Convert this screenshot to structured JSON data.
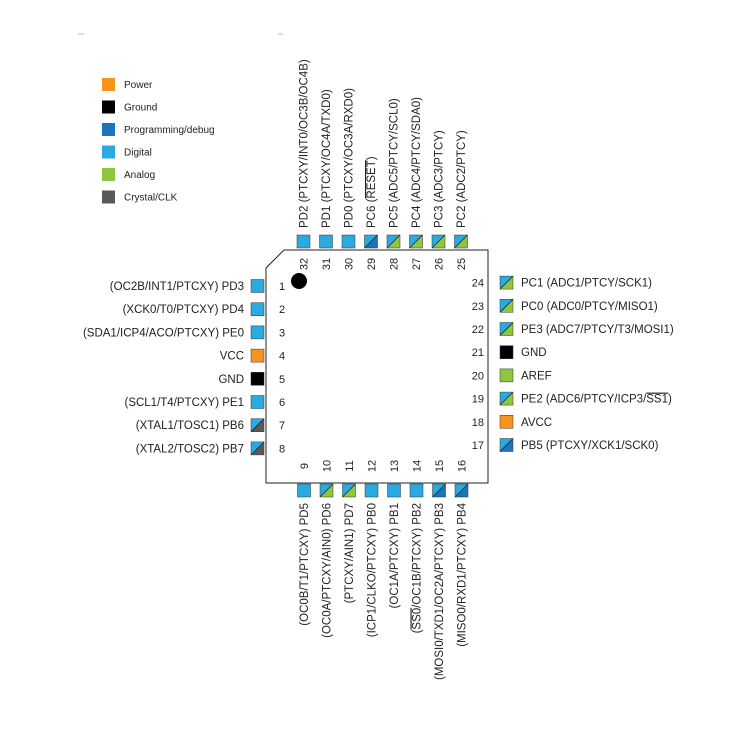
{
  "legend": [
    {
      "key": "power",
      "label": "Power",
      "color": "#F7941D"
    },
    {
      "key": "ground",
      "label": "Ground",
      "color": "#000000"
    },
    {
      "key": "prog",
      "label": "Programming/debug",
      "color": "#1C75BC"
    },
    {
      "key": "digital",
      "label": "Digital",
      "color": "#29ABE2"
    },
    {
      "key": "analog",
      "label": "Analog",
      "color": "#8DC63F"
    },
    {
      "key": "clk",
      "label": "Crystal/CLK",
      "color": "#58595B"
    }
  ],
  "pins": {
    "left": [
      {
        "num": "1",
        "label": "(OC2B/INT1/PTCXY) PD3",
        "type": "digital"
      },
      {
        "num": "2",
        "label": "(XCK0/T0/PTCXY) PD4",
        "type": "digital"
      },
      {
        "num": "3",
        "label": "(SDA1/ICP4/ACO/PTCXY) PE0",
        "type": "digital"
      },
      {
        "num": "4",
        "label": "VCC",
        "type": "power"
      },
      {
        "num": "5",
        "label": "GND",
        "type": "ground"
      },
      {
        "num": "6",
        "label": "(SCL1/T4/PTCXY) PE1",
        "type": "digital"
      },
      {
        "num": "7",
        "label": "(XTAL1/TOSC1) PB6",
        "type": "digital-clk"
      },
      {
        "num": "8",
        "label": "(XTAL2/TOSC2) PB7",
        "type": "digital-clk"
      }
    ],
    "bottom": [
      {
        "num": "9",
        "label": "(OC0B/T1/PTCXY) PD5",
        "type": "digital"
      },
      {
        "num": "10",
        "label": "(OC0A/PTCXY/AIN0) PD6",
        "type": "digital-analog"
      },
      {
        "num": "11",
        "label": "(PTCXY/AIN1) PD7",
        "type": "digital-analog"
      },
      {
        "num": "12",
        "label": "(ICP1/CLKO/PTCXY) PB0",
        "type": "digital"
      },
      {
        "num": "13",
        "label": "(OC1A/PTCXY) PB1",
        "type": "digital"
      },
      {
        "num": "14",
        "label_pre": "(",
        "label_over": "SS0",
        "label_post": "/OC1B/PTCXY) PB2",
        "type": "digital"
      },
      {
        "num": "15",
        "label": "(MOSI0/TXD1/OC2A/PTCXY) PB3",
        "type": "digital-prog"
      },
      {
        "num": "16",
        "label": "(MISO0/RXD1/PTCXY) PB4",
        "type": "digital-prog"
      }
    ],
    "right": [
      {
        "num": "17",
        "label": "PB5 (PTCXY/XCK1/SCK0)",
        "type": "digital-prog"
      },
      {
        "num": "18",
        "label": "AVCC",
        "type": "power"
      },
      {
        "num": "19",
        "label_pre": "PE2 (ADC6/PTCY/ICP3/",
        "label_over": "SS1",
        "label_post": ")",
        "type": "digital-analog"
      },
      {
        "num": "20",
        "label": "AREF",
        "type": "analog"
      },
      {
        "num": "21",
        "label": "GND",
        "type": "ground"
      },
      {
        "num": "22",
        "label": "PE3 (ADC7/PTCY/T3/MOSI1)",
        "type": "digital-analog"
      },
      {
        "num": "23",
        "label": "PC0 (ADC0/PTCY/MISO1)",
        "type": "digital-analog"
      },
      {
        "num": "24",
        "label": "PC1 (ADC1/PTCY/SCK1)",
        "type": "digital-analog"
      }
    ],
    "top": [
      {
        "num": "25",
        "label": "PC2 (ADC2/PTCY)",
        "type": "digital-analog"
      },
      {
        "num": "26",
        "label": "PC3 (ADC3/PTCY)",
        "type": "digital-analog"
      },
      {
        "num": "27",
        "label": "PC4 (ADC4/PTCY/SDA0)",
        "type": "digital-analog"
      },
      {
        "num": "28",
        "label": "PC5 (ADC5/PTCY/SCL0)",
        "type": "digital-analog"
      },
      {
        "num": "29",
        "label_pre": "PC6 (",
        "label_over": "RESET",
        "label_post": ")",
        "type": "digital-prog"
      },
      {
        "num": "30",
        "label": "PD0 (PTCXY/OC3A/RXD0)",
        "type": "digital"
      },
      {
        "num": "31",
        "label": "PD1 (PTCXY/OC4A/TXD0)",
        "type": "digital"
      },
      {
        "num": "32",
        "label": "PD2 (PTCXY/INT0/OC3B/OC4B)",
        "type": "digital"
      }
    ]
  }
}
